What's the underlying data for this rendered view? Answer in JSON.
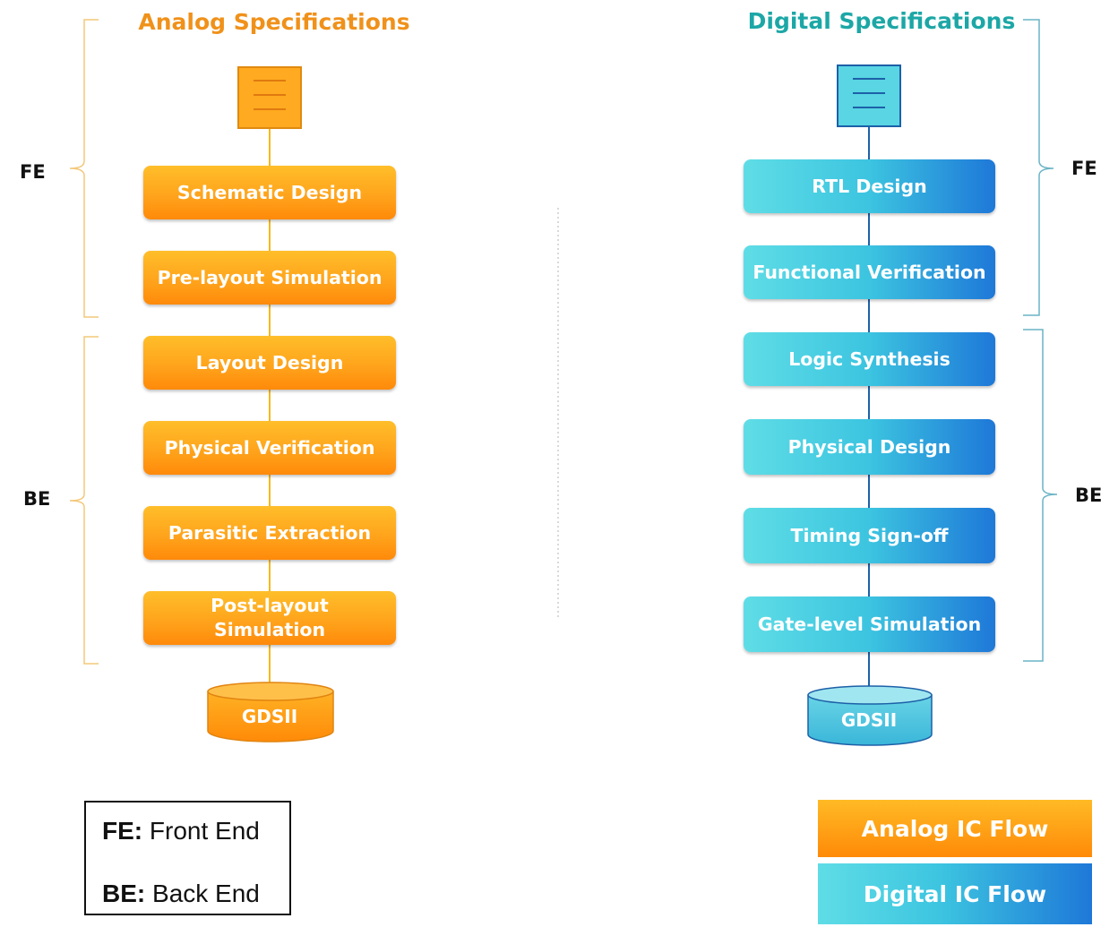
{
  "analog": {
    "title": "Analog Specifications",
    "steps": [
      "Schematic Design",
      "Pre-layout Simulation",
      "Layout Design",
      "Physical Verification",
      "Parasitic Extraction",
      "Post-layout Simulation"
    ],
    "output": "GDSII",
    "colors": {
      "title": "#f0911a",
      "box_top": "#ffbe2a",
      "box_bottom": "#ff8a0a",
      "line": "#f6b91c"
    }
  },
  "digital": {
    "title": "Digital Specifications",
    "steps": [
      "RTL Design",
      "Functional Verification",
      "Logic Synthesis",
      "Physical Design",
      "Timing Sign-off",
      "Gate-level Simulation"
    ],
    "output": "GDSII",
    "colors": {
      "title": "#1ca7a6",
      "box_left": "#5fdde6",
      "box_right": "#1e78d8",
      "line": "#1d60a8"
    }
  },
  "brackets": {
    "fe": "FE",
    "be": "BE"
  },
  "legend": {
    "fe_abbr": "FE:",
    "fe_text": "Front End",
    "be_abbr": "BE:",
    "be_text": "Back End"
  },
  "flow_key": {
    "analog": "Analog IC Flow",
    "digital": "Digital IC Flow"
  }
}
